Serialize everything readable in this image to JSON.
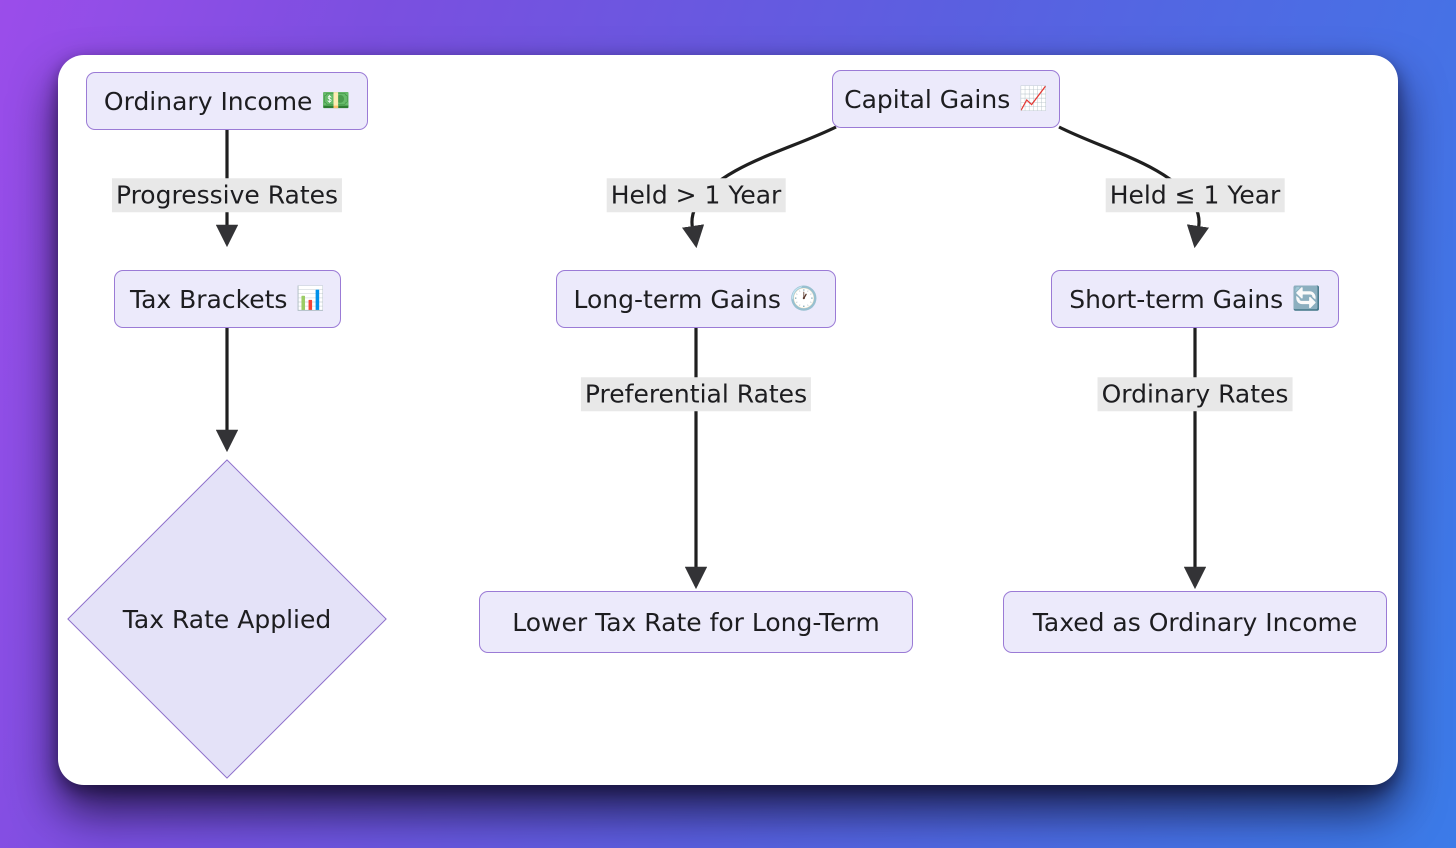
{
  "theme": {
    "background_gradient_from": "#9B4DEA",
    "background_gradient_to": "#3B7BE8",
    "card_background": "#FFFFFF",
    "node_fill": "#ECEAFB",
    "node_border": "#9B7BD6",
    "diamond_fill": "#E4E2F8",
    "diamond_border": "#8E6FCB",
    "edge_color": "#1F1F1F",
    "edge_label_background": "#E8E8E8",
    "text_color": "#1D1D20"
  },
  "chart_data": {
    "type": "diagram",
    "diagram_kind": "flowchart",
    "orientation": "top-down",
    "title": "",
    "nodes": [
      {
        "id": "ordinary_income",
        "label": "Ordinary Income",
        "emoji": "💵",
        "emoji_name": "dollar-banknote-icon",
        "shape": "rounded-rect"
      },
      {
        "id": "tax_brackets",
        "label": "Tax Brackets",
        "emoji": "📊",
        "emoji_name": "bar-chart-icon",
        "shape": "rounded-rect"
      },
      {
        "id": "tax_rate_applied",
        "label": "Tax Rate Applied",
        "emoji": "",
        "emoji_name": "",
        "shape": "diamond"
      },
      {
        "id": "capital_gains",
        "label": "Capital Gains",
        "emoji": "📈",
        "emoji_name": "chart-increasing-icon",
        "shape": "rounded-rect"
      },
      {
        "id": "long_term_gains",
        "label": "Long-term Gains",
        "emoji": "🕐",
        "emoji_name": "clock-icon",
        "shape": "rounded-rect"
      },
      {
        "id": "short_term_gains",
        "label": "Short-term Gains",
        "emoji": "🔄",
        "emoji_name": "refresh-arrows-icon",
        "shape": "rounded-rect"
      },
      {
        "id": "lower_tax_rate",
        "label": "Lower Tax Rate for Long-Term",
        "emoji": "",
        "emoji_name": "",
        "shape": "rounded-rect"
      },
      {
        "id": "taxed_ordinary",
        "label": "Taxed as Ordinary Income",
        "emoji": "",
        "emoji_name": "",
        "shape": "rounded-rect"
      }
    ],
    "edges": [
      {
        "from": "ordinary_income",
        "to": "tax_brackets",
        "label": "Progressive Rates"
      },
      {
        "from": "tax_brackets",
        "to": "tax_rate_applied",
        "label": ""
      },
      {
        "from": "capital_gains",
        "to": "long_term_gains",
        "label": "Held > 1 Year"
      },
      {
        "from": "capital_gains",
        "to": "short_term_gains",
        "label": "Held ≤ 1 Year"
      },
      {
        "from": "long_term_gains",
        "to": "lower_tax_rate",
        "label": "Preferential Rates"
      },
      {
        "from": "short_term_gains",
        "to": "taxed_ordinary",
        "label": "Ordinary Rates"
      }
    ]
  }
}
